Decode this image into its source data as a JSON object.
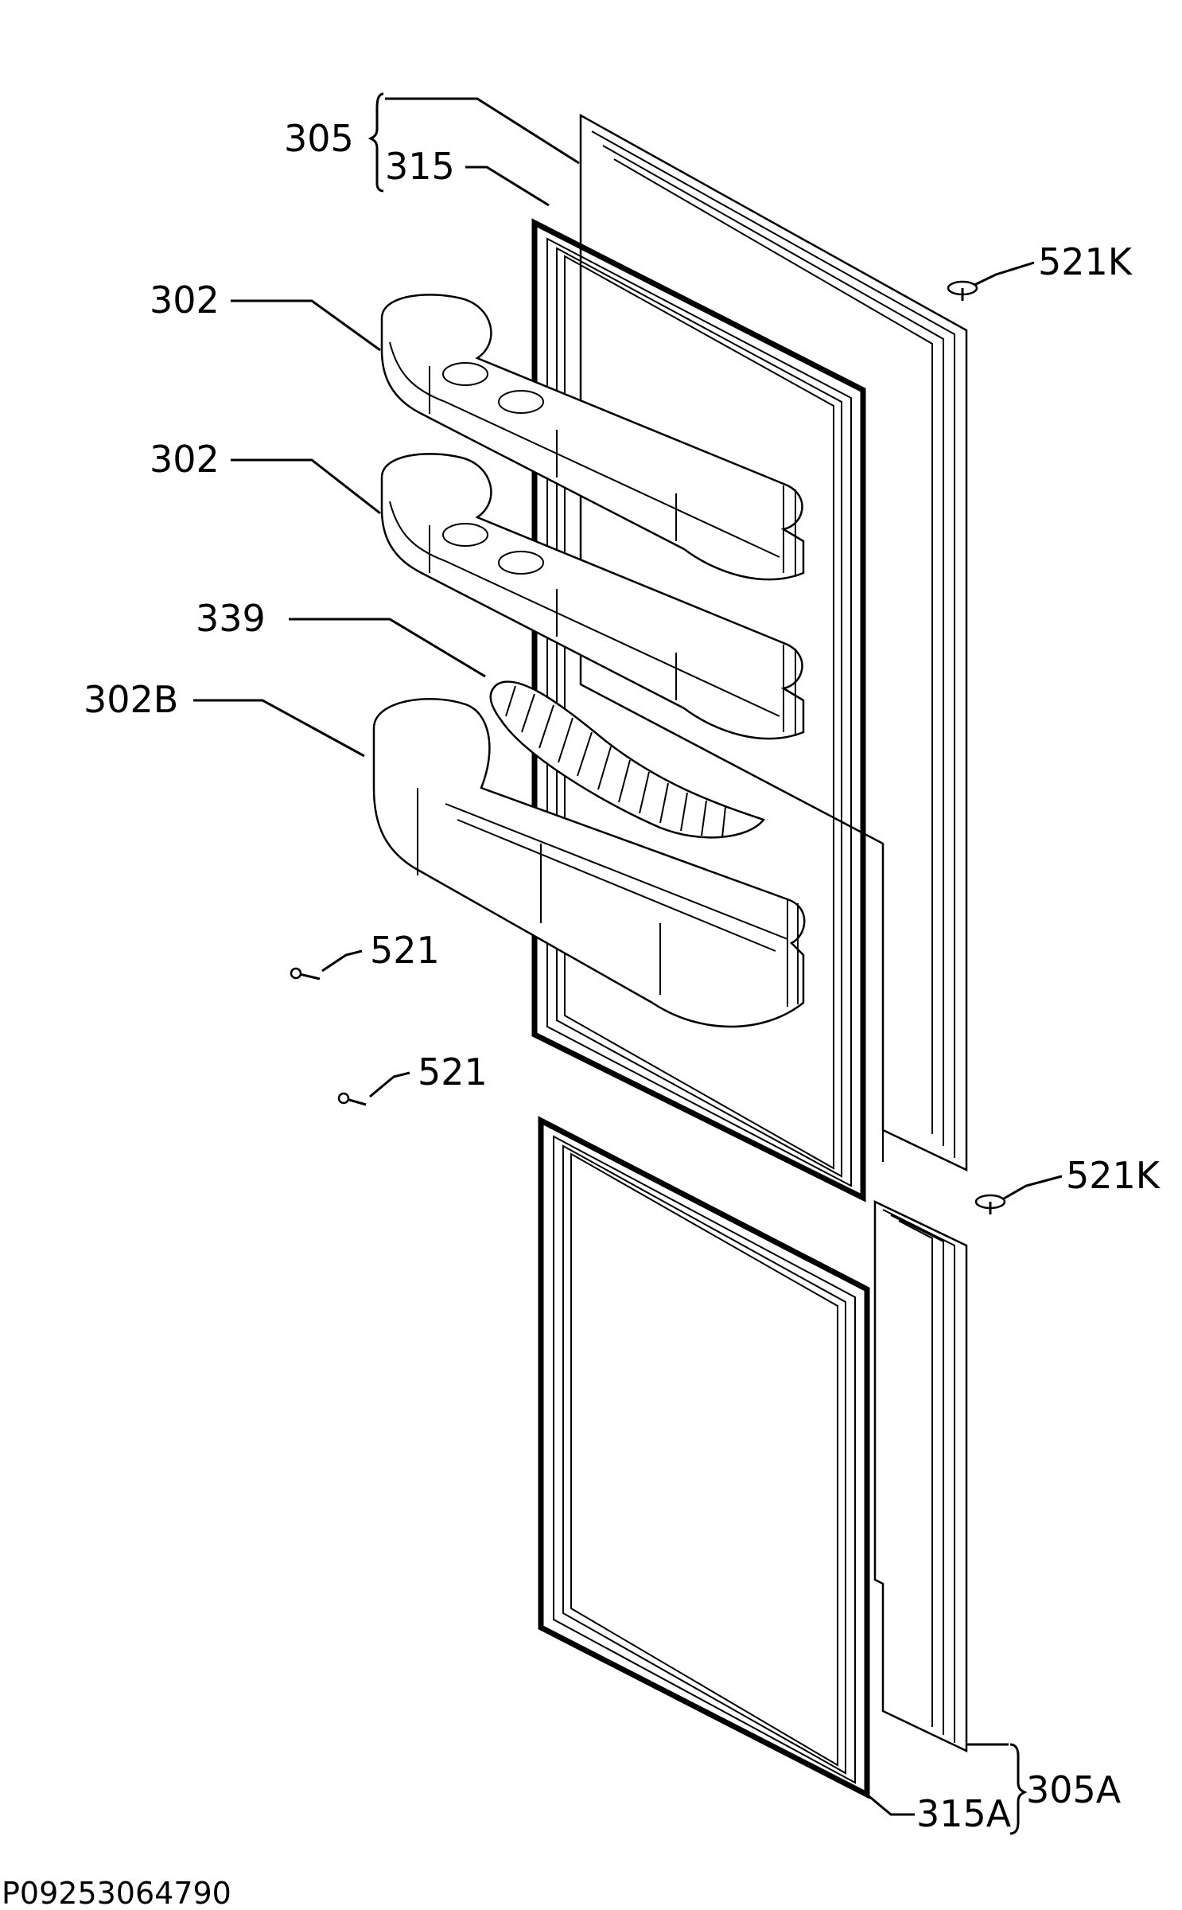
{
  "labels": {
    "door_assembly_upper": "305",
    "gasket_upper": "315",
    "hinge_cap_upper": "521K",
    "shelf_top": "302",
    "shelf_middle": "302",
    "bottle_holder": "339",
    "shelf_bottom": "302B",
    "screw_a": "521",
    "screw_b": "521",
    "hinge_cap_lower": "521K",
    "gasket_lower": "315A",
    "door_assembly_lower": "305A"
  },
  "drawing_code": "P09253064790"
}
